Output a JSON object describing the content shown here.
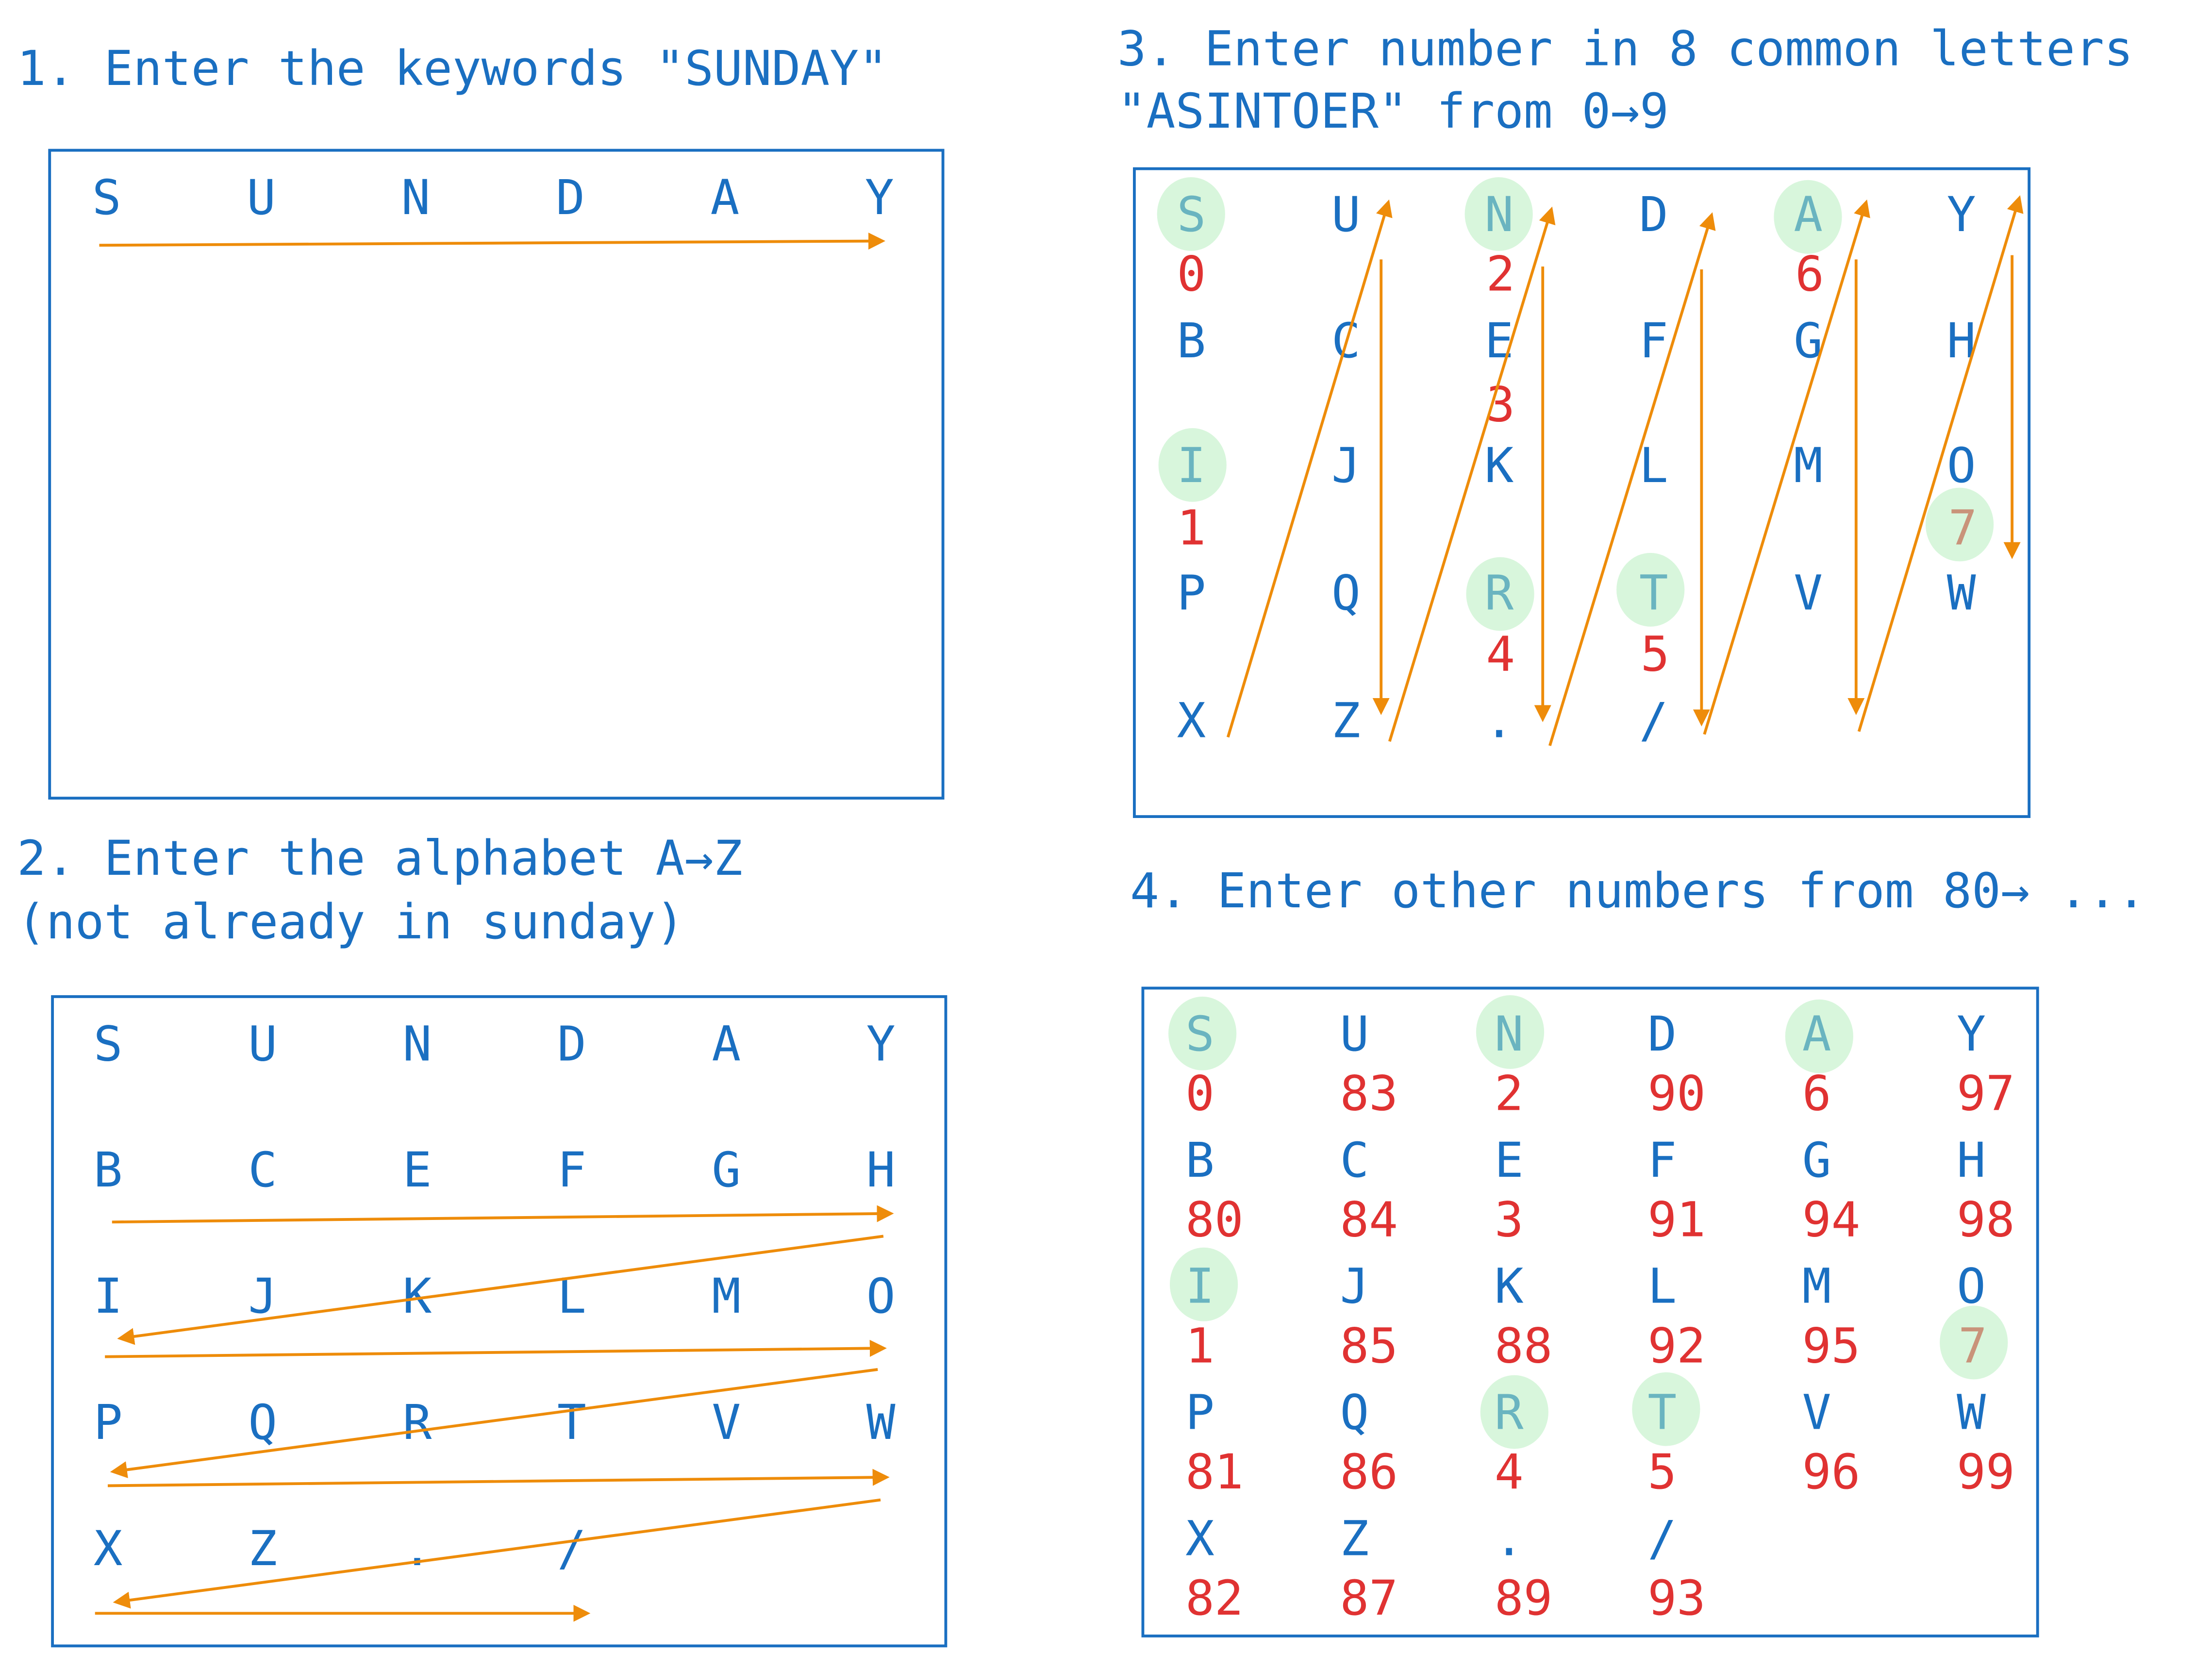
{
  "colors": {
    "text_blue": "#1a6fc1",
    "highlight_letter": "#6ab4c0",
    "number_red": "#e03232",
    "highlight_number": "#c9937a",
    "highlight_circle": "#d8f6dc",
    "arrow_orange": "#ee8c0a"
  },
  "step1": {
    "title": "1. Enter the keywords \"SUNDAY\"",
    "letters": [
      "S",
      "U",
      "N",
      "D",
      "A",
      "Y"
    ]
  },
  "step2": {
    "title_line1": "2. Enter the alphabet A→Z",
    "title_line2": "(not already in sunday)",
    "rows": [
      [
        "S",
        "U",
        "N",
        "D",
        "A",
        "Y"
      ],
      [
        "B",
        "C",
        "E",
        "F",
        "G",
        "H"
      ],
      [
        "I",
        "J",
        "K",
        "L",
        "M",
        "O"
      ],
      [
        "P",
        "Q",
        "R",
        "T",
        "V",
        "W"
      ],
      [
        "X",
        "Z",
        ".",
        "/"
      ]
    ]
  },
  "step3": {
    "title_line1": "3. Enter number in 8 common letters",
    "title_line2": "\"ASINTOER\" from 0→9",
    "rows": [
      [
        "S",
        "U",
        "N",
        "D",
        "A",
        "Y"
      ],
      [
        "B",
        "C",
        "E",
        "F",
        "G",
        "H"
      ],
      [
        "I",
        "J",
        "K",
        "L",
        "M",
        "O"
      ],
      [
        "P",
        "Q",
        "R",
        "T",
        "V",
        "W"
      ],
      [
        "X",
        "Z",
        ".",
        "/"
      ]
    ],
    "highlighted": [
      "S",
      "N",
      "A",
      "I",
      "R",
      "T"
    ],
    "numbers": [
      {
        "letter": "S",
        "value": "0"
      },
      {
        "letter": "I",
        "value": "1"
      },
      {
        "letter": "N",
        "value": "2"
      },
      {
        "letter": "E",
        "value": "3"
      },
      {
        "letter": "R",
        "value": "4"
      },
      {
        "letter": "T",
        "value": "5"
      },
      {
        "letter": "A",
        "value": "6"
      },
      {
        "letter": "O",
        "value": "7"
      }
    ]
  },
  "step4": {
    "title": "4. Enter other numbers from 80→ ...",
    "grid": [
      [
        {
          "l": "S",
          "n": "0",
          "h": true
        },
        {
          "l": "U",
          "n": "83"
        },
        {
          "l": "N",
          "n": "2",
          "h": true
        },
        {
          "l": "D",
          "n": "90"
        },
        {
          "l": "A",
          "n": "6",
          "h": true
        },
        {
          "l": "Y",
          "n": "97"
        }
      ],
      [
        {
          "l": "B",
          "n": "80"
        },
        {
          "l": "C",
          "n": "84"
        },
        {
          "l": "E",
          "n": "3"
        },
        {
          "l": "F",
          "n": "91"
        },
        {
          "l": "G",
          "n": "94"
        },
        {
          "l": "H",
          "n": "98"
        }
      ],
      [
        {
          "l": "I",
          "n": "1",
          "h": true
        },
        {
          "l": "J",
          "n": "85"
        },
        {
          "l": "K",
          "n": "88"
        },
        {
          "l": "L",
          "n": "92"
        },
        {
          "l": "M",
          "n": "95"
        },
        {
          "l": "O",
          "n": "7",
          "hn": true
        }
      ],
      [
        {
          "l": "P",
          "n": "81"
        },
        {
          "l": "Q",
          "n": "86"
        },
        {
          "l": "R",
          "n": "4",
          "h": true
        },
        {
          "l": "T",
          "n": "5",
          "h": true
        },
        {
          "l": "V",
          "n": "96"
        },
        {
          "l": "W",
          "n": "99"
        }
      ],
      [
        {
          "l": "X",
          "n": "82"
        },
        {
          "l": "Z",
          "n": "87"
        },
        {
          "l": ".",
          "n": "89"
        },
        {
          "l": "/",
          "n": "93"
        }
      ]
    ]
  }
}
